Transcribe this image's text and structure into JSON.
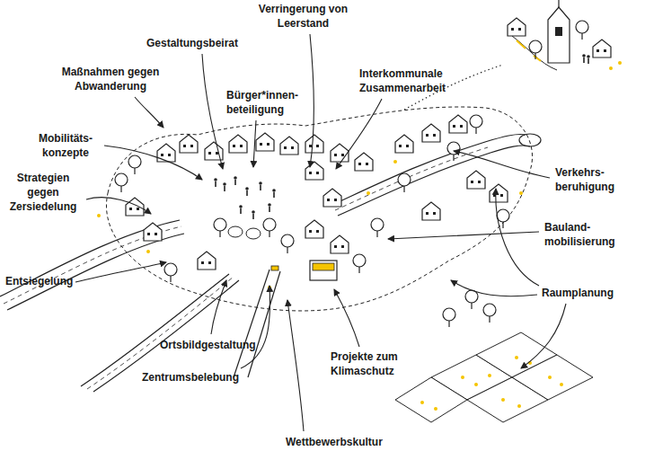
{
  "diagram": {
    "labels": [
      "Verringerung von Leerstand",
      "Gestaltungsbeirat",
      "Maßnahmen gegen Abwanderung",
      "Interkommunale Zusammenarbeit",
      "Bürger*innen- beteiligung",
      "Mobilitäts- konzepte",
      "Strategien gegen Zersiedelung",
      "Verkehrs- beruhigung",
      "Bauland- mobilisierung",
      "Entsiegelung",
      "Raumplanung",
      "Ortsbildgestaltung",
      "Projekte zum Klimaschutz",
      "Zentrumsbelebung",
      "Wettbewerbskultur"
    ]
  }
}
